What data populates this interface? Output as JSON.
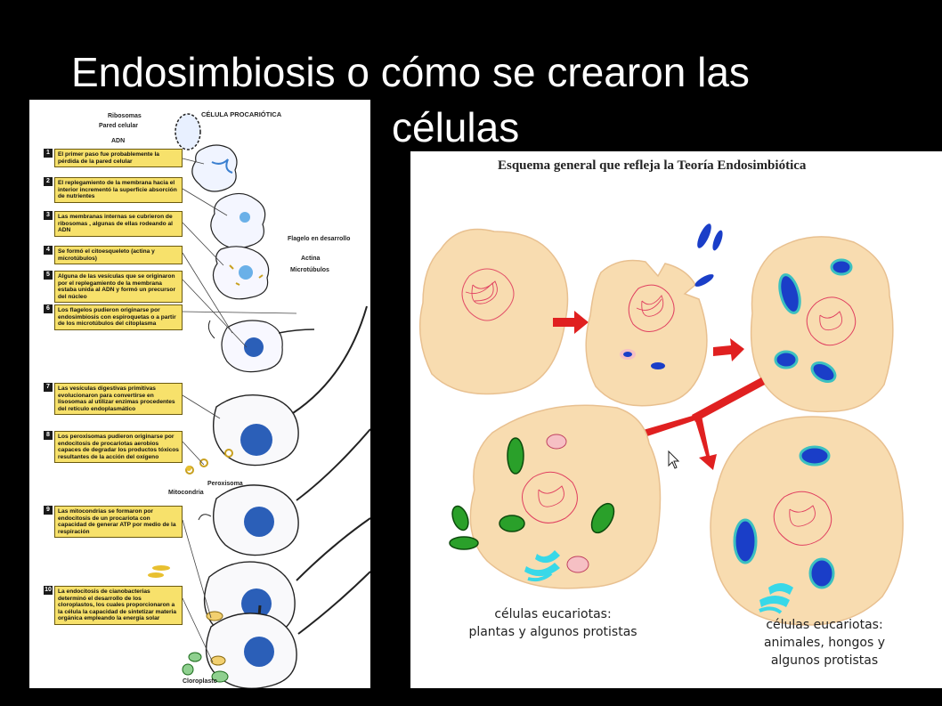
{
  "title": {
    "line1": "Endosimbiosis o cómo se crearon las",
    "line2": "células"
  },
  "left_panel": {
    "heading": "CÉLULA PROCARIÓTICA",
    "labels": {
      "ribosomas": "Ribosomas",
      "pared": "Pared celular",
      "adn": "ADN",
      "flagelo": "Flagelo en desarrollo",
      "actina": "Actina",
      "microtubulos": "Microtúbulos",
      "peroxisoma": "Peroxisoma",
      "mitocondria": "Mitocondria",
      "cloroplasto": "Cloroplasto"
    },
    "steps": [
      {
        "num": "1",
        "text": "El primer paso fue probablemente la pérdida de la pared celular"
      },
      {
        "num": "2",
        "text": "El replegamiento de la membrana hacia el interior incrementó la superficie absorción de nutrientes"
      },
      {
        "num": "3",
        "text": "Las membranas internas se cubrieron de ribosomas , algunas de ellas rodeando al ADN"
      },
      {
        "num": "4",
        "text": "Se formó el citoesqueleto (actina y microtúbulos)"
      },
      {
        "num": "5",
        "text": "Alguna de las vesículas que se originaron por el replegamiento de la membrana estaba unida al ADN y formó un precursor del núcleo"
      },
      {
        "num": "6",
        "text": "Los flagelos pudieron originarse por endosimbiosis con espiroquetas o a partir de los microtúbulos del citoplasma"
      },
      {
        "num": "7",
        "text": "Las vesículas digestivas primitivas evolucionaron para convertirse en lisosomas al utilizar enzimas procedentes del retículo endoplasmático"
      },
      {
        "num": "8",
        "text": "Los peroxisomas pudieron originarse por endocitosis de procariotas aerobios capaces de degradar los productos tóxicos resultantes de la acción del oxígeno"
      },
      {
        "num": "9",
        "text": "Las mitocondrias se formaron por endocitosis de un procariota con capacidad de generar ATP por medio de la respiración"
      },
      {
        "num": "10",
        "text": "La endocitosis de cianobacterias determinó el desarrollo de los cloroplastos, los cuales proporcionaron a la célula la capacidad de sintetizar materia orgánica empleando la energía solar"
      }
    ]
  },
  "right_panel": {
    "heading": "Esquema general que refleja la Teoría Endosimbiótica",
    "caption_left": [
      "células eucariotas:",
      "plantas y algunos protistas"
    ],
    "caption_right": [
      "células eucariotas:",
      "animales, hongos y",
      "algunos protistas"
    ]
  },
  "colors": {
    "cell_fill": "#f8dcb0",
    "cell_border": "#e8c090",
    "arrow": "#e02020",
    "mitochondria": "#1a3ec8",
    "chloroplast": "#2aa02a",
    "dna": "#e04060",
    "step_box": "#f7e16b",
    "nucleus_blue": "#2b5fb8"
  }
}
